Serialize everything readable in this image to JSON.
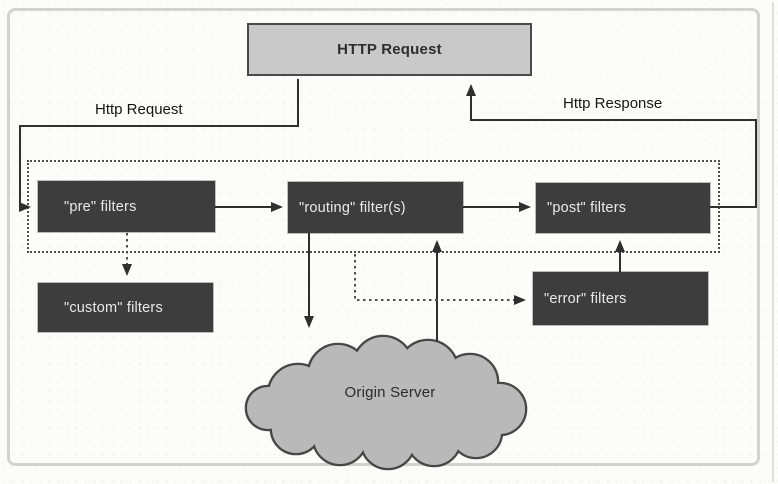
{
  "diagram": {
    "title_box": {
      "label": "HTTP Request"
    },
    "edge_labels": {
      "request": "Http Request",
      "response": "Http Response"
    },
    "filters": [
      {
        "id": "pre",
        "label": "\"pre\" filters"
      },
      {
        "id": "routing",
        "label": "\"routing\" filter(s)"
      },
      {
        "id": "post",
        "label": "\"post\" filters"
      },
      {
        "id": "custom",
        "label": "\"custom\" filters"
      },
      {
        "id": "error",
        "label": "\"error\" filters"
      }
    ],
    "cloud": {
      "label": "Origin Server"
    },
    "colors": {
      "box_dark": "#3d3d3d",
      "box_dark_text": "#e9e9e9",
      "request_box_fill": "#c9c9c9",
      "request_box_border": "#4a4a4a",
      "cloud_fill": "#b9b9b9",
      "line": "#2f2f2f",
      "frame": "#d2d2d0"
    }
  }
}
